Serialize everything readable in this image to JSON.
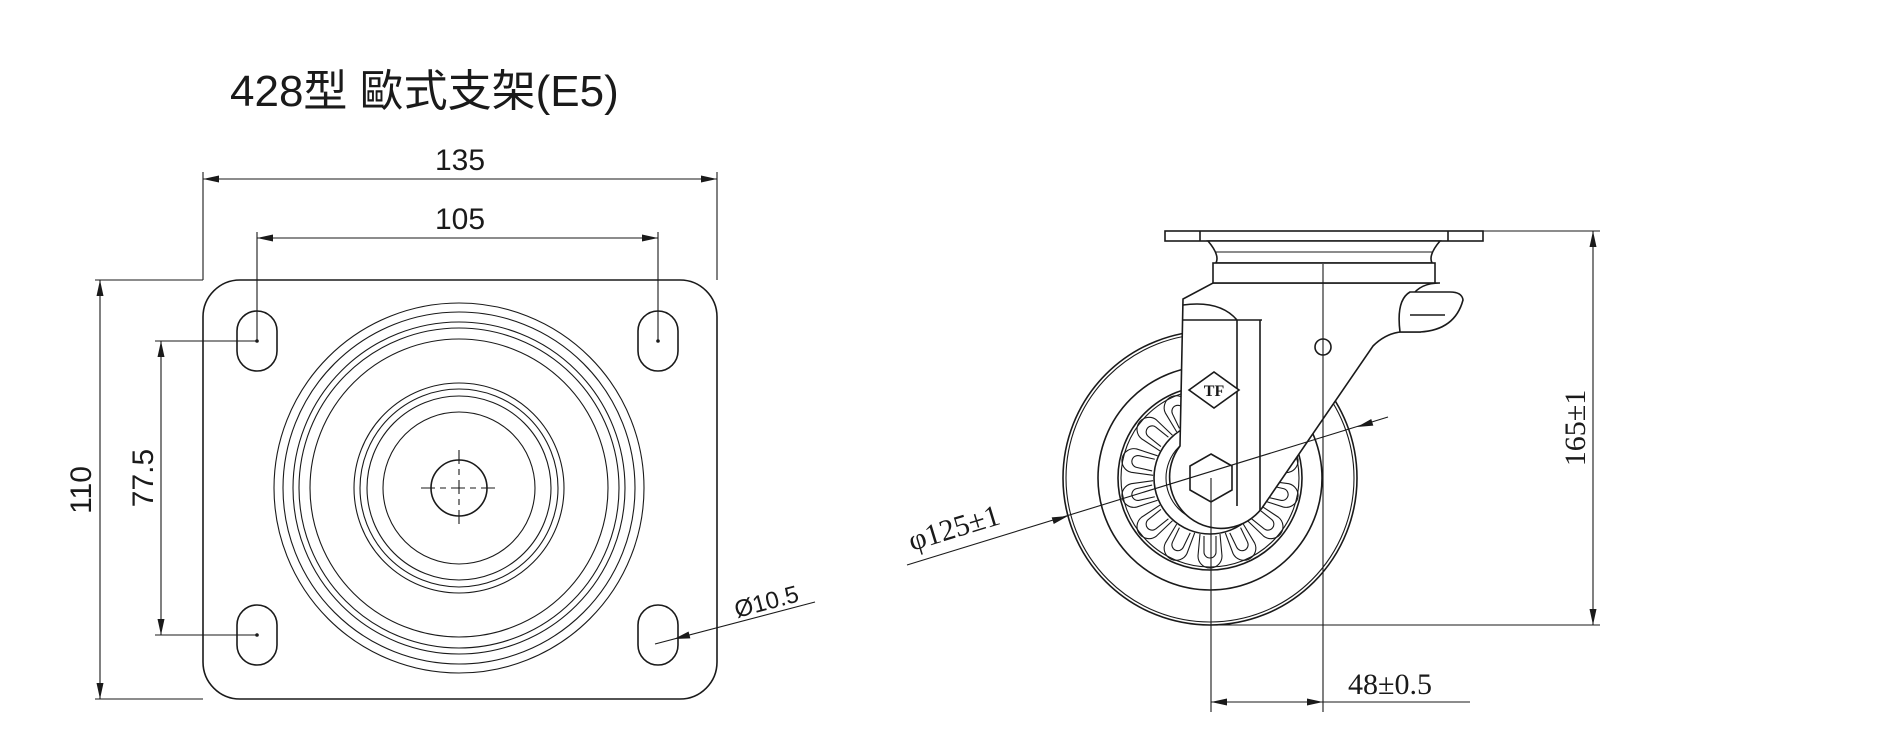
{
  "title": "428型 歐式支架(E5)",
  "top_view": {
    "plate_width": "135",
    "hole_spacing_x": "105",
    "plate_height": "110",
    "hole_spacing_y": "77.5",
    "hole_diameter": "Ø10.5"
  },
  "side_view": {
    "wheel_diameter": "φ125±1",
    "overall_height": "165±1",
    "swivel_offset": "48±0.5",
    "logo_text": "TF"
  }
}
